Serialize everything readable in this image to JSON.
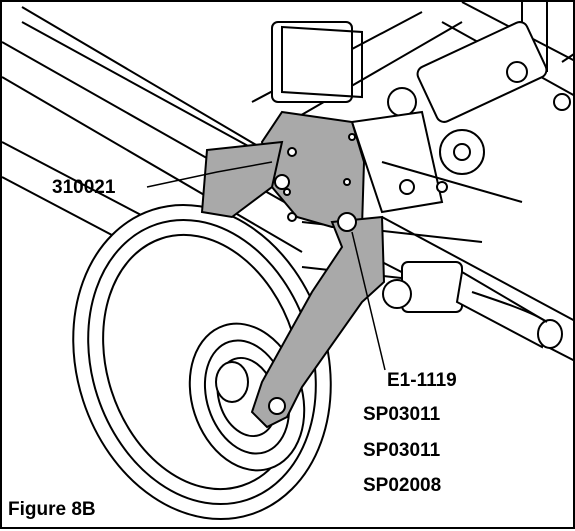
{
  "figure": {
    "caption": "Figure 8B",
    "callouts": {
      "bracket_part": "310021",
      "hardware_parts": [
        "E1-1119",
        "SP03011",
        "SP03011",
        "SP02008"
      ]
    },
    "colors": {
      "line": "#000000",
      "bracket_fill": "#a9a9a9",
      "background": "#ffffff"
    },
    "icons": [
      "gauge-wheel",
      "mounting-bracket",
      "frame-tube",
      "hydraulic-cylinder",
      "hose-handle"
    ]
  }
}
